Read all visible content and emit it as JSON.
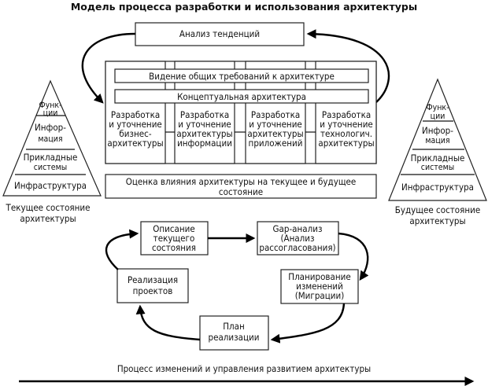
{
  "title": "Модель процесса разработки и использования архитектуры",
  "top": {
    "trend_analysis": "Анализ тенденций",
    "vision": "Видение общих требований к архитектуре",
    "conceptual": "Концептуальная архитектура",
    "columns": [
      [
        "Разработка",
        "и уточнение",
        "бизнес-",
        "архитектуры"
      ],
      [
        "Разработка",
        "и уточнение",
        "архитектуры",
        "информации"
      ],
      [
        "Разработка",
        "и уточнение",
        "архитектуры",
        "приложений"
      ],
      [
        "Разработка",
        "и уточнение",
        "технологич.",
        "архитектуры"
      ]
    ],
    "impact": [
      "Оценка влияния архитектуры на текущее и будущее",
      "состояние"
    ]
  },
  "pyramids": {
    "layers": [
      [
        "Функ-",
        "ции"
      ],
      [
        "Инфор-",
        "мация"
      ],
      [
        "Прикладные",
        "системы"
      ],
      [
        "Инфраструктура"
      ]
    ],
    "current_label": [
      "Текущее состояние",
      "архитектуры"
    ],
    "future_label": [
      "Будущее состояние",
      "архитектуры"
    ]
  },
  "cycle": {
    "describe_current": [
      "Описание",
      "текущего",
      "состояния"
    ],
    "gap_analysis": [
      "Gap-анализ",
      "(Анализ",
      "рассогласования)"
    ],
    "plan_changes": [
      "Планирование",
      "изменений",
      "(Миграции)"
    ],
    "implementation_plan": [
      "План",
      "реализации"
    ],
    "project_realization": [
      "Реализация",
      "проектов"
    ]
  },
  "footer": {
    "process_label": "Процесс изменений  и управления развитием архитектуры"
  }
}
